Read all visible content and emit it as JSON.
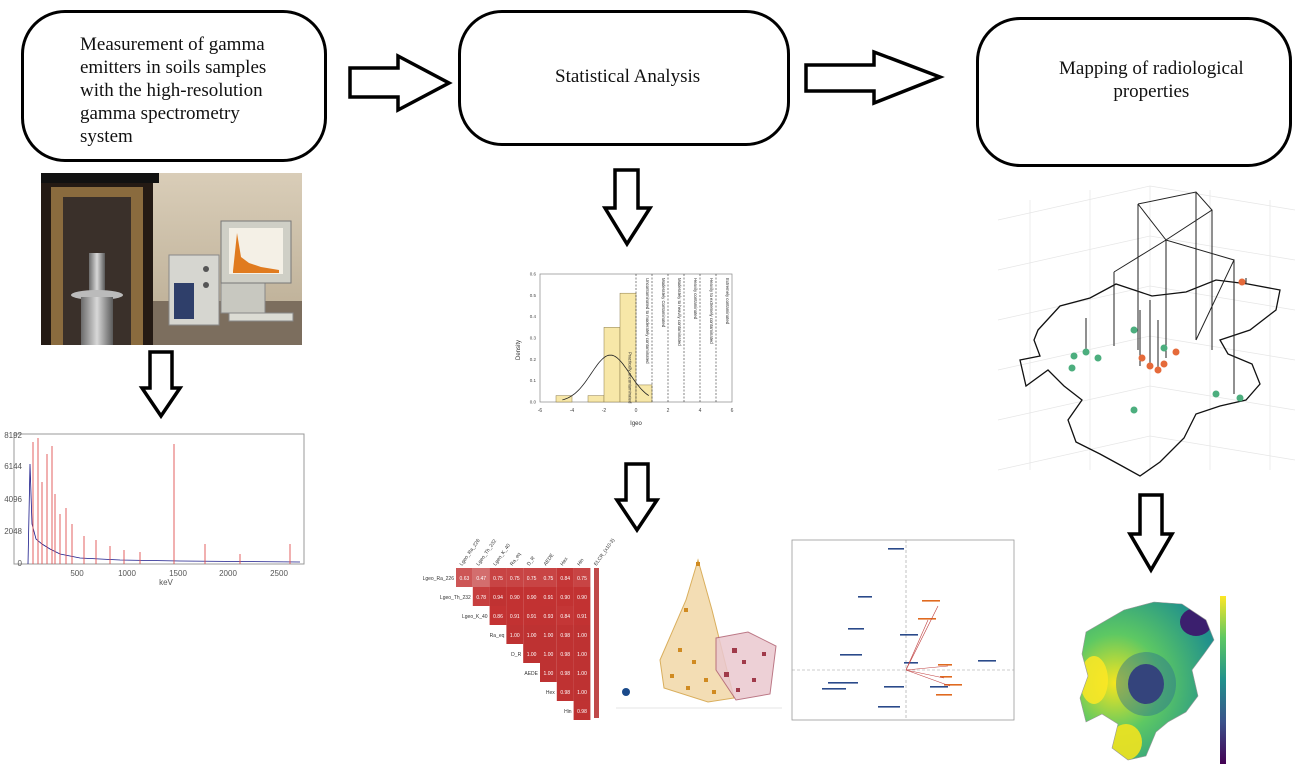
{
  "steps": [
    {
      "label": "Measurement of gamma emitters in soils samples with the high-resolution gamma spectrometry system",
      "lines": [
        "Measurement of gamma",
        "emitters in soils samples",
        "with the high-resolution",
        "gamma spectrometry",
        "system"
      ]
    },
    {
      "label": "Statistical Analysis",
      "lines": [
        "Statistical Analysis"
      ]
    },
    {
      "label": "Mapping of radiological properties",
      "lines": [
        "Mapping of radiological",
        "properties"
      ]
    }
  ],
  "spectrum": {
    "y_ticks": [
      "8192",
      "6144",
      "4096",
      "2048",
      "0"
    ],
    "x_ticks": [
      "500",
      "1000",
      "1500",
      "2000",
      "2500"
    ],
    "x_label": "keV"
  },
  "igeo_hist": {
    "x_label": "Igeo",
    "y_label": "Density",
    "x_ticks": [
      "-6",
      "-4",
      "-2",
      "0",
      "2",
      "4",
      "6"
    ],
    "y_ticks": [
      "0.0",
      "0.1",
      "0.2",
      "0.3",
      "0.4",
      "0.5",
      "0.6"
    ],
    "class_labels": [
      "Practically uncontaminated",
      "Uncontaminated to moderately contaminated",
      "Moderately Contaminated",
      "Moderately to heavily contaminated",
      "Heavily contaminated",
      "Heavily to extremely contaminated",
      "Extremely contaminated"
    ]
  },
  "chart_data": {
    "type": "bar",
    "title": "",
    "xlabel": "Igeo",
    "ylabel": "Density",
    "xlim": [
      -6,
      6
    ],
    "ylim": [
      0,
      0.6
    ],
    "bins": [
      {
        "x0": -5,
        "x1": -4,
        "density": 0.03
      },
      {
        "x0": -4,
        "x1": -3,
        "density": 0.0
      },
      {
        "x0": -3,
        "x1": -2,
        "density": 0.03
      },
      {
        "x0": -2,
        "x1": -1,
        "density": 0.35
      },
      {
        "x0": -1,
        "x1": 0,
        "density": 0.51
      },
      {
        "x0": 0,
        "x1": 1,
        "density": 0.08
      }
    ],
    "class_boundaries": [
      0,
      1,
      2,
      3,
      4,
      5
    ]
  },
  "correlation": {
    "columns": [
      "Lgeo_Ra_226",
      "Lgeo_Th_232",
      "Lgeo_K_40",
      "Ra_eq",
      "D_R",
      "AEDE",
      "Hex",
      "Hin",
      "ELCR_(x10-3)"
    ],
    "rows": [
      {
        "label": "Lgeo_Ra_226",
        "values": [
          "0.63",
          "0.47",
          "0.75",
          "0.75",
          "0.75",
          "0.75",
          "0.84",
          "0.75"
        ]
      },
      {
        "label": "Lgeo_Th_232",
        "values": [
          "0.78",
          "0.94",
          "0.90",
          "0.90",
          "0.91",
          "0.90",
          "0.90"
        ]
      },
      {
        "label": "Lgeo_K_40",
        "values": [
          "0.86",
          "0.91",
          "0.91",
          "0.93",
          "0.84",
          "0.91"
        ]
      },
      {
        "label": "Ra_eq",
        "values": [
          "1.00",
          "1.00",
          "1.00",
          "0.98",
          "1.00"
        ]
      },
      {
        "label": "D_R",
        "values": [
          "1.00",
          "1.00",
          "0.98",
          "1.00"
        ]
      },
      {
        "label": "AEDE",
        "values": [
          "1.00",
          "0.98",
          "1.00"
        ]
      },
      {
        "label": "Hex",
        "values": [
          "0.98",
          "1.00"
        ]
      },
      {
        "label": "Hin",
        "values": [
          "0.98"
        ]
      }
    ]
  }
}
